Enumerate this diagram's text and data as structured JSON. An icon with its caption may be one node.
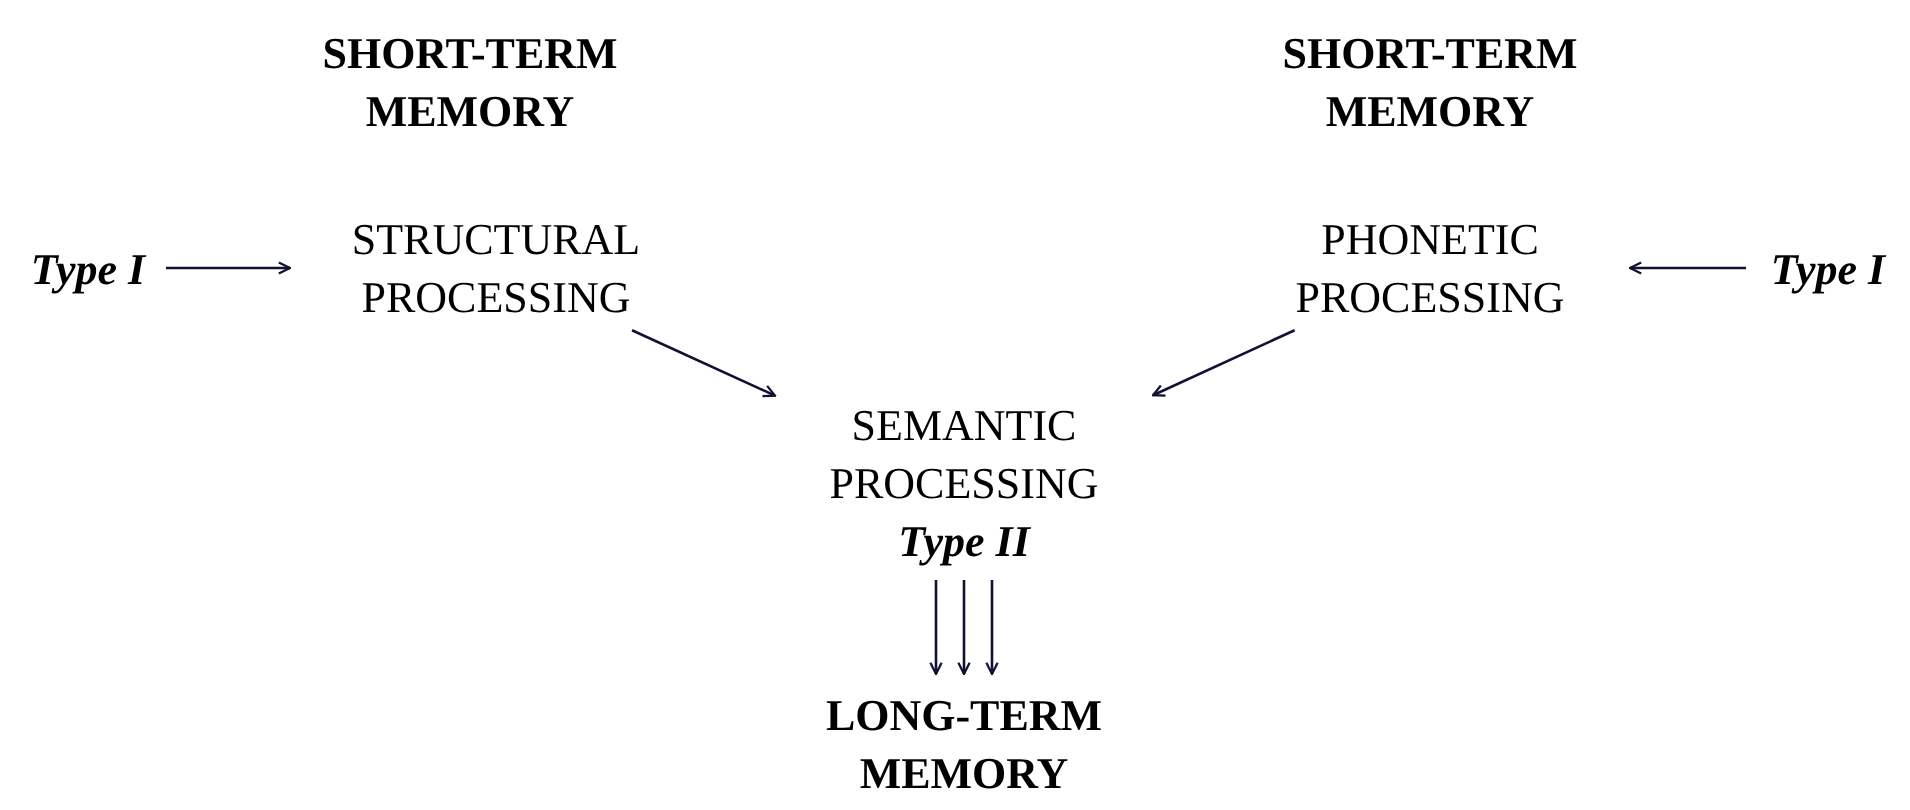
{
  "diagram": {
    "nodes": [
      {
        "text": [
          "Type I"
        ]
      },
      {
        "text": [
          "STRUCTURAL PROCESSING"
        ]
      },
      {
        "text": [
          "PHONETIC PROCESSING"
        ]
      },
      {
        "text": [
          "Type I"
        ]
      },
      {
        "text": [
          "SEMANTIC PROCESSING",
          "Type II"
        ]
      },
      {
        "text": [
          "LONG-TERM MEMORY"
        ]
      }
    ],
    "edges": [
      {
        "from": 0,
        "to": 1,
        "arrow": "to"
      },
      {
        "from": 3,
        "to": 2,
        "arrow": "to"
      },
      {
        "from": 1,
        "to": 4,
        "arrow": "to"
      },
      {
        "from": 2,
        "to": 4,
        "arrow": "to"
      },
      {
        "from": 4,
        "to": 5,
        "arrow": "to"
      },
      {
        "from": 4,
        "to": 5,
        "arrow": "to"
      },
      {
        "from": 4,
        "to": 5,
        "arrow": "to"
      }
    ],
    "labels": [
      "SHORT-TERM MEMORY",
      "SHORT-TERM MEMORY"
    ]
  }
}
